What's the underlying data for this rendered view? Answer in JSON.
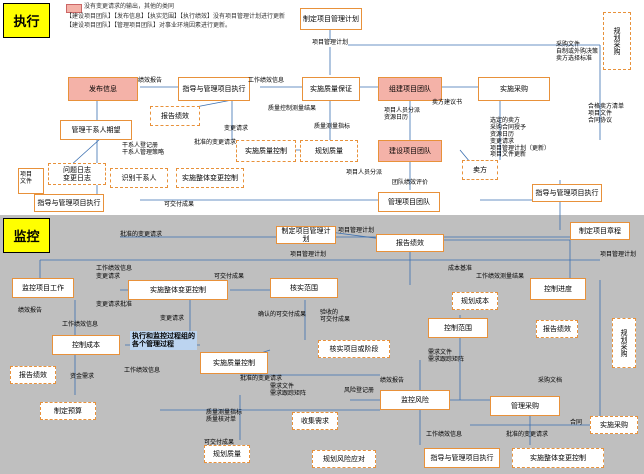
{
  "sections": {
    "execution": "执行",
    "monitoring": "监控"
  },
  "legend": {
    "lines": [
      "没有变更请求的输出，其他的类同",
      "【建设项目团队】【发布信息】【执实范围】【执行绩效】没有项目管理计划进行更新",
      "【建设项目团队】【管理项目团队】对事业环境因素进行更新。"
    ]
  },
  "exec_boxes": {
    "zhiding_jihua": "制定项目管理计划",
    "fabu_xinxi": "发布信息",
    "zhidao_guanli": "指导与管理项目执行",
    "shishi_zhiliang": "实施质量保证",
    "zujian_tuandui": "组建项目团队",
    "shishi_caigou": "实施采购",
    "guanli_ganxiren": "管理干系人期望",
    "baogao_jixiao": "报告绩效",
    "shishi_zhiliang_kongzhi": "实施质量控制",
    "guihua_zhiliang": "规划质量",
    "jianshe_tuandui": "建设项目团队",
    "shibie_ganxiren": "识别干系人",
    "shishi_biangeng": "实施整体变更控制",
    "wenti_rizhi": "问题日志\n变更日志",
    "xiangmu_wenjian": "项目\n文件",
    "guanli_tuandui": "管理项目团队",
    "zhidao_guanli2": "指导与管理项目执行",
    "guihua_caigou": "规划采购",
    "maifang": "卖方"
  },
  "exec_notes": {
    "xiangmu_guanli_jihua": "项目管理计划",
    "jixiao_baogao": "绩效报告",
    "gongzuo_jixiao": "工作绩效信息",
    "zhiliang_kongzhi_celiang": "质量控制测量结果",
    "zhiliang_celiang": "质量测量指标",
    "pizhun_biangeng": "批准的变更请求",
    "ganxiren_dengji": "干系人登记册\n干系人管理策略",
    "xiangmu_renyuan": "项目人员分派\n资源日历",
    "xiangmu_renyuan2": "项目人员分派",
    "tuandui_jixiao": "团队绩效评价",
    "maifang_jianyishu": "卖方建议书",
    "caigou_wenjian": "采购文件\n自制或外购决策\n卖方选择标准",
    "shishi_caigou_out": "选定的卖方\n采购合同授予\n资源日历\n变更请求\n项目管理计划（更新）\n项目文件更新",
    "hegeng_maifang": "合格卖方清单\n项目文件\n合同协议",
    "kejiao_chengguo": "可交付成果",
    "biangeng": "变更请求"
  },
  "mon_boxes": {
    "zhiding_jihua": "制定项目管理计划",
    "zhiding_zhangcheng": "制定项目章程",
    "baogao_jixiao": "报告绩效",
    "jiankong_gongzuo": "监控项目工作",
    "shishi_biangeng": "实施整体变更控制",
    "hecha_fanwei": "核实范围",
    "kongzhi_jindu": "控制进度",
    "guihua_chengben": "规划成本",
    "kongzhi_chengben": "控制成本",
    "kongzhi_fanwei": "控制范围",
    "baogao_jixiao2": "报告绩效",
    "guihua_caigou": "规划采购",
    "baogao_jixiao3": "报告绩效",
    "shishi_zhiliang_kongzhi": "实施质量控制",
    "hecha_xiangmu": "核实项目或阶段",
    "jiankong_fengxian": "监控风险",
    "guanli_caigou": "管理采购",
    "zhiding_yusuan": "制定预算",
    "shouji_xuqiu": "收集需求",
    "guihua_zhiliang": "规划质量",
    "guihua_fengxian": "规划风险应对",
    "zhidao_guanli": "指导与管理项目执行",
    "shishi_biangeng2": "实施整体变更控制",
    "shishi_caigou": "实施采购"
  },
  "mon_notes": {
    "xiangmu_guanli_jihua": "项目管理计划",
    "xiangmu_guanli_jihua2": "项目管理计划",
    "xiangmu_guanli_jihua3": "项目管理计划",
    "pizhun_biangeng": "批准的变更请求",
    "gongzuo_jixiao": "工作绩效信息",
    "gongzuo_jixiao2": "工作绩效信息",
    "gongzuo_jixiao3": "工作绩效信息",
    "gongzuo_jixiao4": "工作绩效信息",
    "biangeng": "变更请求",
    "biangeng2": "变更请求",
    "biangeng_pizhun": "变更请求批准",
    "jixiao_baogao": "绩效报告",
    "kejiao_chengguo": "可交付成果",
    "kejiao_chengguo2": "可交付成果",
    "queren_kejiao": "确认的可交付成果",
    "yanshou_kejiao": "验收的\n可交付成果",
    "chengben_jixian": "成本基准",
    "zijin_xuqiu": "资金需求",
    "xuqiu_wenjian": "需求文件\n需求跟踪矩阵",
    "xuqiu_wenjian2": "需求文件\n需求跟踪矩阵",
    "zhiliang_celiang": "质量测量指标\n质量核对单",
    "fengxian_dengji": "风险登记册",
    "caigou_wendang": "采购文档",
    "heyue": "合同",
    "gongzuo_jixiao_celiang": "工作绩效测量结果",
    "pizhun_biangeng2": "批准的变更请求",
    "pizhun_biangeng3": "批准的变更请求",
    "jixiao_baogao2": "绩效报告"
  },
  "blue_note": {
    "line1": "执行和监控过程组的",
    "line2": "各个管理过程"
  }
}
